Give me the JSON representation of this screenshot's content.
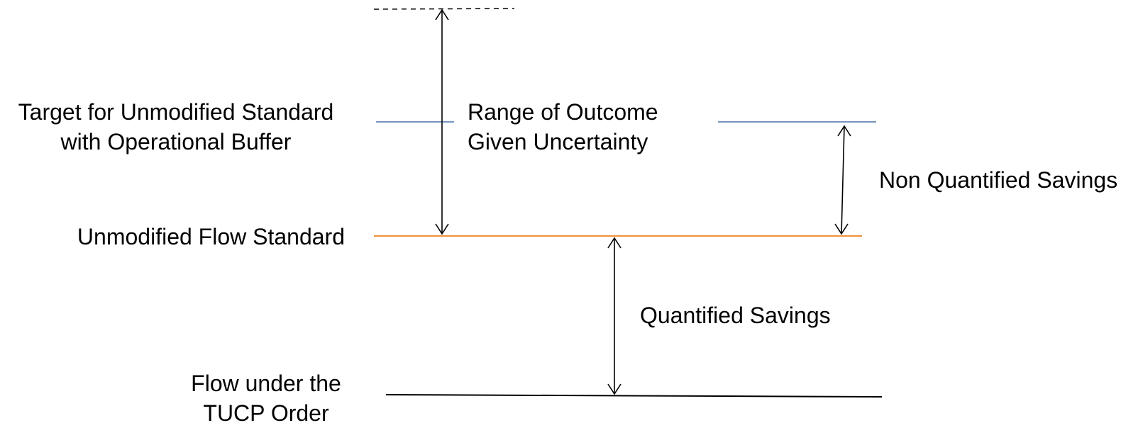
{
  "labels": {
    "target_line1": "Target for Unmodified Standard",
    "target_line2": "with Operational Buffer",
    "range_line1": "Range of Outcome",
    "range_line2": "Given Uncertainty",
    "non_quantified": "Non Quantified Savings",
    "unmodified_flow": "Unmodified Flow Standard",
    "quantified": "Quantified Savings",
    "tucp_line1": "Flow under the",
    "tucp_line2": "TUCP Order"
  },
  "colors": {
    "blue_line": "#4a72a8",
    "orange_line": "#f0913a",
    "black_line": "#000000",
    "text": "#000000"
  }
}
